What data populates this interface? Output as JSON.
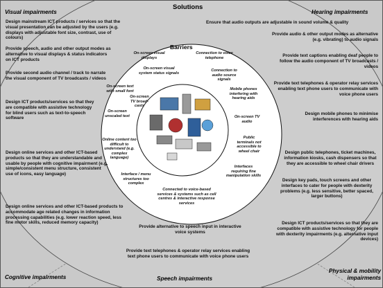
{
  "title": "Solutions",
  "barriers_title": "Barriers",
  "categories": {
    "visual": "Visual impairments",
    "hearing": "Hearing impairments",
    "cognitive": "Cognitive impairments",
    "speech": "Speech impairments",
    "physical": "Physical & mobility impairments"
  },
  "solutions": {
    "visual": [
      "Design mainstream ICT products / services so that the visual presentation can be adjusted by the users (e.g. displays with adjustable font size, contrast, use of colours)",
      "Provide speech, audio and other output modes as alternative to visual displays & status indicators on ICT products",
      "Provide second audio channel / track to narrate the visual component of TV broadcasts / videos",
      "Design ICT products/services so that they are compatible with assistive technology for blind users such as text-to-speech software"
    ],
    "hearing": [
      "Ensure that audio outputs are adjustable in sound volume & quality",
      "Provide audio & other output modes as alternative (e.g. vibrating) to audio signals",
      "Provide text captions enabling deaf people to follow the audio component of TV broadcasts / videos",
      "Provide text telephones & operator relay services enabling text phone users to communicate with voice phone users",
      "Design mobile phones to minimise interferences with hearing aids"
    ],
    "cognitive": [
      "Design online services and other ICT-based products so that they are understandable and usable by people with cognitive impairment (e.g. simple/consistent menu structure, consistent use of icons, easy language)",
      "Design online services and other ICT-based products to accommodate age related changes in information processing capabilities (e.g. lower reaction speed, less fine motor skills, reduced memory capacity)"
    ],
    "speech": [
      "Provide alternative to speech input in interactive voice systems",
      "Provide text telephones & operator relay services enabling text phone users to communicate with voice phone users"
    ],
    "physical": [
      "Design public telephones, ticket machines, information kiosks, cash dispensers so that they are accessible to wheel chair drivers",
      "Design key pads, touch screens and other interfaces to cater for people with dexterity problems (e.g. less sensitive, better spaced, larger buttons)",
      "Design ICT products/services so that they are compatible with assistive technology for people with dexterity impairments (e.g. alternative input devices)"
    ]
  },
  "barriers": [
    "On-screen visual displays",
    "On-screen visual system status signals",
    "On-screen text with small font",
    "On-screen unscaled text",
    "Connection to voice telephone",
    "Connection to audio source signals",
    "Mobile phones interfering with hearing aids",
    "On-screen TV audio",
    "Public terminals not accessible to wheel chair",
    "Interfaces requiring fine manipulation skills",
    "Connected to voice-based services & systems such as cell centres & interactive response services",
    "Interface / menu structures too complex",
    "Online content too difficult to understand (e.g. complex language)",
    "On-screen TV broad-casts"
  ]
}
